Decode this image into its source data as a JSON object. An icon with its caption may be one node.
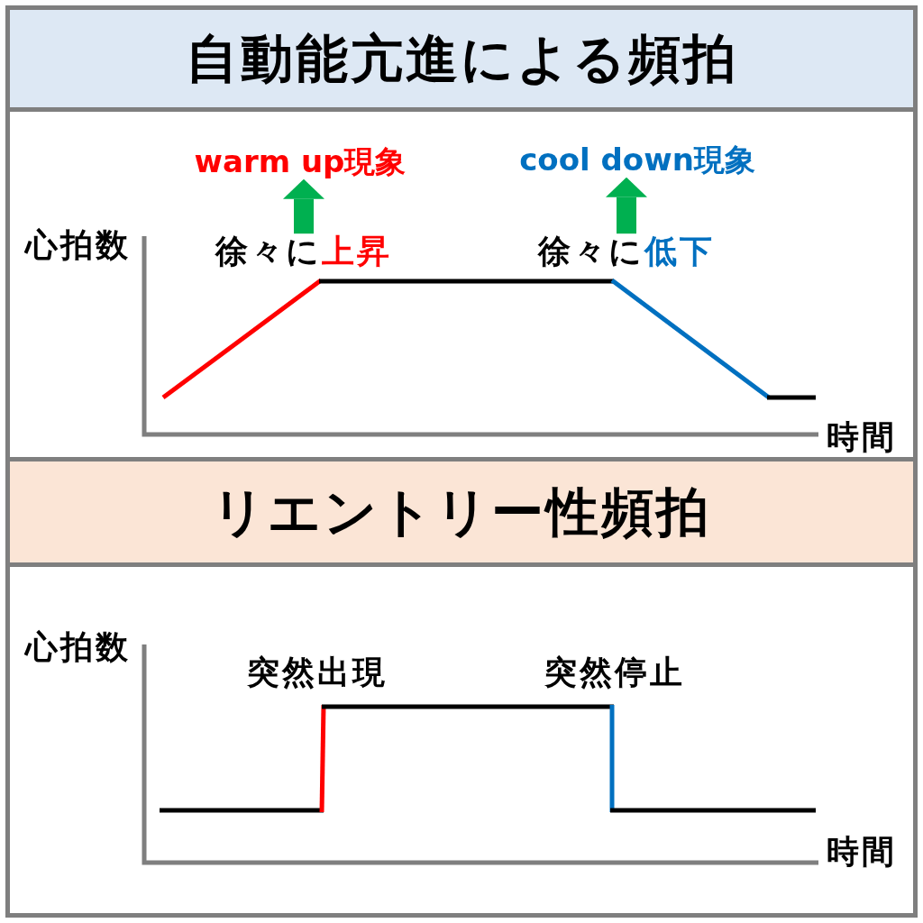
{
  "diagram": {
    "nodes": [
      {
        "text": [
          "自動能亢進による頻拍"
        ]
      },
      {
        "text": [
          "warm up現象"
        ]
      },
      {
        "text": [
          "cool down現象"
        ]
      },
      {
        "text": [
          "徐々に",
          "上昇"
        ]
      },
      {
        "text": [
          "徐々に",
          "低下"
        ]
      },
      {
        "text": [
          "リエントリー性頻拍"
        ]
      }
    ],
    "edges": [
      {
        "from": 3,
        "to": 1,
        "arrow": "to",
        "color": "#00b050"
      },
      {
        "from": 4,
        "to": 2,
        "arrow": "to",
        "color": "#00b050"
      }
    ],
    "labels": [
      "心拍数",
      "時間",
      "心拍数",
      "突然出現",
      "突然停止",
      "時間"
    ]
  }
}
